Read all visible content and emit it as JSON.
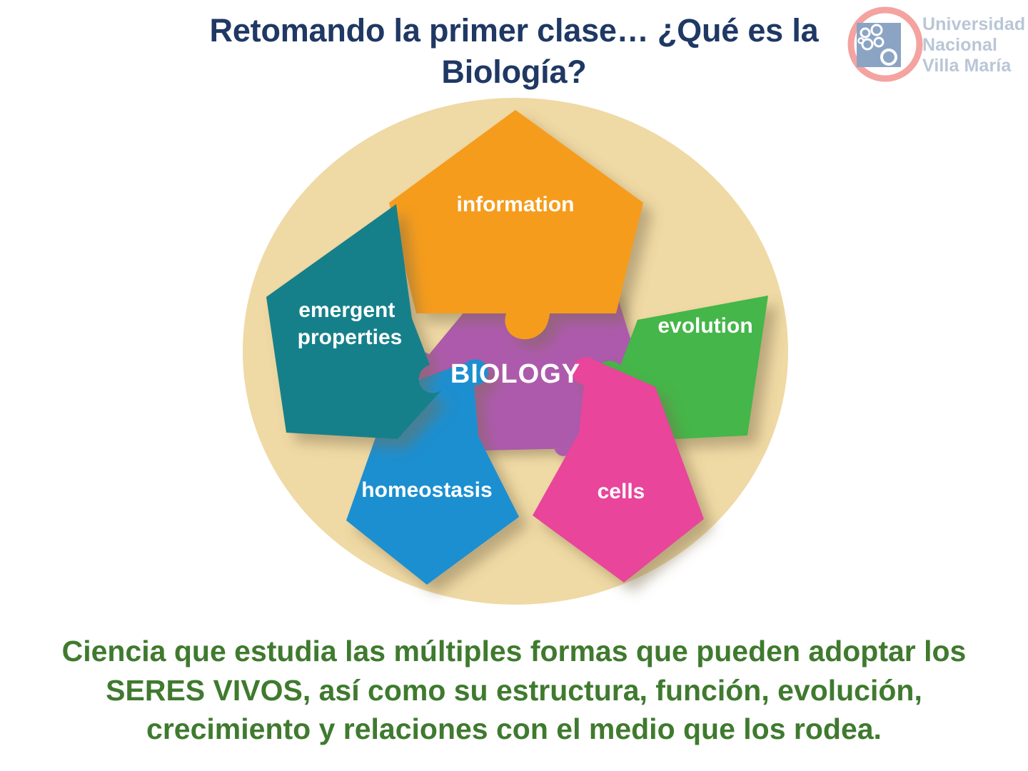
{
  "slide": {
    "title": "Retomando la primer clase…  ¿Qué es la\nBiología?",
    "title_color": "#1f3864",
    "caption": "Ciencia que estudia las múltiples formas que pueden adoptar los\nSERES VIVOS, así como su estructura, función, evolución,\ncrecimiento y relaciones con el medio que los rodea.",
    "caption_color": "#3f7a2e",
    "background_color": "#ffffff"
  },
  "logo": {
    "name": "universidad-nacional-villa-maria-logo",
    "text": "Universidad\nNacional\nVilla María",
    "text_color": "#b9c6d6",
    "ring_color": "#f4a3a0",
    "square_color": "#8ba4c4",
    "dot_color": "#ffffff"
  },
  "diagram": {
    "type": "pentagon-puzzle",
    "circle_color": "#efd9a4",
    "center": {
      "label": "BIOLOGY",
      "color": "#ad5aad",
      "text_color": "#ffffff"
    },
    "pieces": [
      {
        "id": "information",
        "label": "information",
        "color": "#f59c1f",
        "position": "top"
      },
      {
        "id": "evolution",
        "label": "evolution",
        "color": "#45b649",
        "position": "right"
      },
      {
        "id": "cells",
        "label": "cells",
        "color": "#e8449b",
        "position": "bottom-right"
      },
      {
        "id": "homeostasis",
        "label": "homeostasis",
        "color": "#1b8fd0",
        "position": "bottom-left"
      },
      {
        "id": "emergent-properties",
        "label": "emergent\nproperties",
        "color": "#13808a",
        "position": "left"
      }
    ]
  }
}
